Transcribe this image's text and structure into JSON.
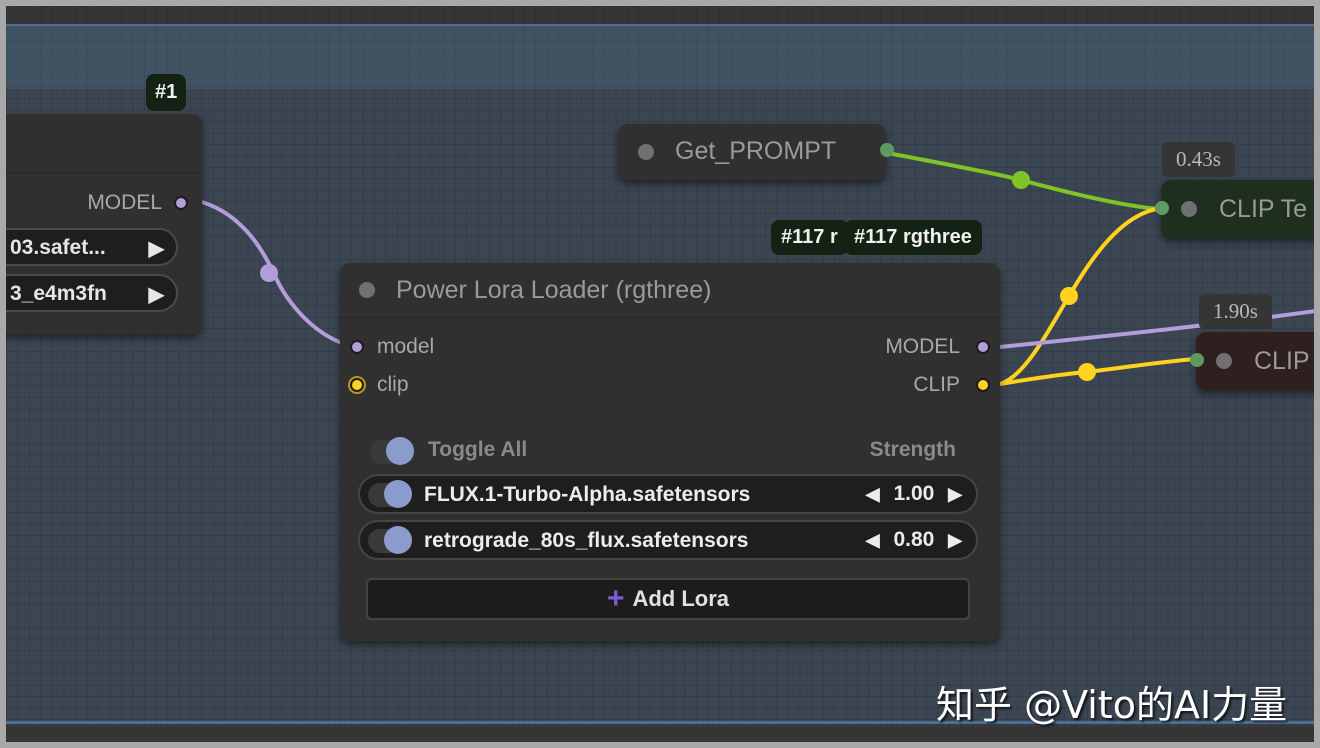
{
  "nodes": {
    "left_node": {
      "badge": "#1",
      "output_label": "MODEL",
      "combo_1_value": "03.safet...",
      "combo_2_value": "3_e4m3fn",
      "arrow_glyph": "▶"
    },
    "get_prompt": {
      "title": "Get_PROMPT"
    },
    "power_lora": {
      "badge_back": "#117 r",
      "badge_front": "#117 rgthree",
      "title": "Power Lora Loader (rgthree)",
      "inputs": [
        "model",
        "clip"
      ],
      "outputs": [
        "MODEL",
        "CLIP"
      ],
      "toggle_all_label": "Toggle All",
      "strength_header": "Strength",
      "loras": [
        {
          "name": "FLUX.1-Turbo-Alpha.safetensors",
          "enabled": true,
          "strength": "1.00"
        },
        {
          "name": "retrograde_80s_flux.safetensors",
          "enabled": true,
          "strength": "0.80"
        }
      ],
      "dec_glyph": "◀",
      "inc_glyph": "▶",
      "add_button_icon": "+",
      "add_button_label": "Add Lora"
    },
    "clip_text_top": {
      "title": "CLIP Te",
      "time": "0.43s"
    },
    "clip_text_bottom": {
      "title": "CLIP",
      "time": "1.90s"
    }
  },
  "colors": {
    "model_wire": "#b39ddb",
    "clip_wire": "#ffd21f",
    "conditioning_wire": "#7ec427",
    "node_bg": "#303030",
    "positive_node_bg": "#1f2f1f",
    "negative_node_bg": "#2f1f1f",
    "toggle_knob": "#8c9bcd",
    "add_icon": "#7b5cd6"
  },
  "watermark": "知乎 @Vito的AI力量"
}
